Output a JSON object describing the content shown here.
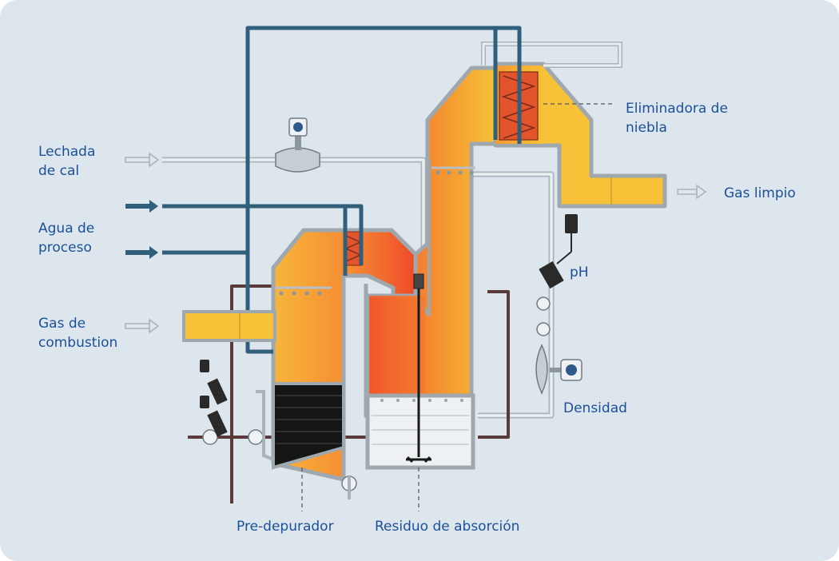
{
  "labels": {
    "lechada_line1": "Lechada",
    "lechada_line2": "de cal",
    "agua_line1": "Agua de",
    "agua_line2": "proceso",
    "gas_comb_line1": "Gas de",
    "gas_comb_line2": "combustion",
    "eliminadora_line1": "Eliminadora de",
    "eliminadora_line2": "niebla",
    "gas_limpio": "Gas limpio",
    "ph": "pH",
    "densidad": "Densidad",
    "pre_depurador": "Pre-depurador",
    "residuo": "Residuo de absorción"
  },
  "colors": {
    "background": "#dce6ec",
    "label_text": "#1c4f9a",
    "water_pipe": "#2f5f7a",
    "slurry_pipe": "#5a3a3a",
    "vessel_wall": "#9fa8ae",
    "gas_yellow": "#f7c237",
    "hot_orange": "#f04a2a",
    "light_pipe": "#e9eef1"
  },
  "icons": [
    "flowmeter-icon",
    "ph-sensor-icon",
    "density-meter-icon",
    "pump-icon",
    "mist-eliminator-icon",
    "agitator-icon"
  ]
}
